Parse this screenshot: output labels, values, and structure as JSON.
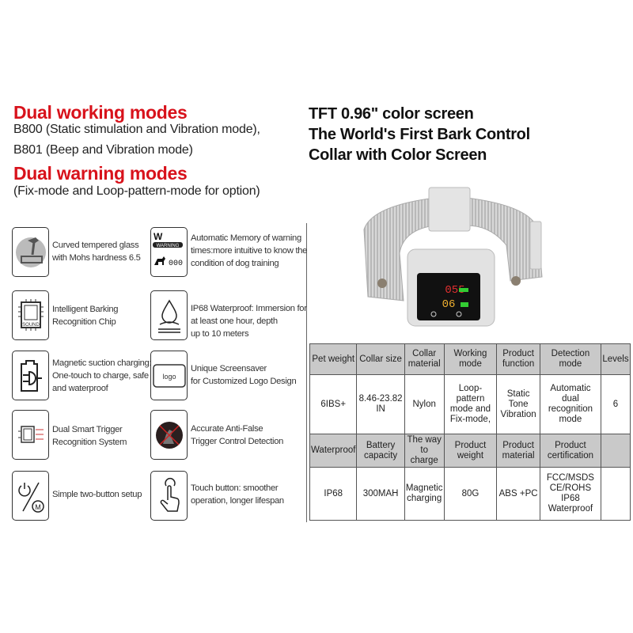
{
  "left_header": {
    "title1": "Dual working modes",
    "line1": "B800 (Static stimulation and Vibration mode),",
    "line2": "B801 (Beep and Vibration mode)",
    "title2": "Dual warning modes",
    "line3": "(Fix-mode and Loop-pattern-mode for option)"
  },
  "right_header": {
    "line1": "TFT 0.96\" color screen",
    "line2": "The World's First Bark Control",
    "line3": "Collar with Color Screen"
  },
  "features_left": [
    {
      "icon": "tempered-glass-icon",
      "lines": [
        "Curved tempered glass",
        "with Mohs hardness 6.5"
      ]
    },
    {
      "icon": "chip-icon",
      "icon_text": "SOUND",
      "lines": [
        "Intelligent Barking",
        "Recognition Chip"
      ]
    },
    {
      "icon": "magnetic-plug-icon",
      "lines": [
        "Magnetic suction charging:",
        "One-touch to charge, safe",
        "and waterproof"
      ]
    },
    {
      "icon": "dual-trigger-icon",
      "lines": [
        "Dual Smart Trigger",
        "Recognition System"
      ]
    },
    {
      "icon": "two-button-icon",
      "icon_text": "M",
      "lines": [
        "Simple two-button setup"
      ]
    }
  ],
  "features_right": [
    {
      "icon": "warning-memory-icon",
      "icon_text": [
        "W",
        "WARNING",
        "000"
      ],
      "lines": [
        "Automatic Memory of warning",
        "times:more intuitive to know the",
        "condition of dog training"
      ]
    },
    {
      "icon": "water-drop-icon",
      "lines": [
        "IP68 Waterproof: Immersion for",
        "at least one hour, depth",
        "up to 10 meters"
      ]
    },
    {
      "icon": "logo-screen-icon",
      "icon_text": "logo",
      "lines": [
        "Unique Screensaver",
        "for Customized Logo Design"
      ]
    },
    {
      "icon": "no-barking-dog-icon",
      "lines": [
        "Accurate Anti-False",
        "Trigger Control Detection"
      ]
    },
    {
      "icon": "touch-finger-icon",
      "lines": [
        "Touch button: smoother",
        "operation, longer lifespan"
      ]
    }
  ],
  "collar_screen": {
    "top_number": "055",
    "bottom_number": "06"
  },
  "spec_table": {
    "header1": [
      "Pet weight",
      "Collar size",
      "Collar material",
      "Working mode",
      "Product function",
      "Detection mode",
      "Levels"
    ],
    "row1": [
      "6IBS+",
      "8.46-23.82 IN",
      "Nylon",
      "Loop-pattern mode and Fix-mode,",
      "Static Tone Vibration",
      "Automatic dual recognition mode",
      "6"
    ],
    "header2": [
      "Waterproof",
      "Battery capacity",
      "The way to charge",
      "Product weight",
      "Product material",
      "Product certification",
      ""
    ],
    "row2": [
      "IP68",
      "300MAH",
      "Magnetic charging",
      "80G",
      "ABS +PC",
      "FCC/MSDS CE/ROHS IP68 Waterproof",
      ""
    ]
  },
  "colors": {
    "accent_red": "#d8121b",
    "table_header": "#c9c9c9"
  }
}
